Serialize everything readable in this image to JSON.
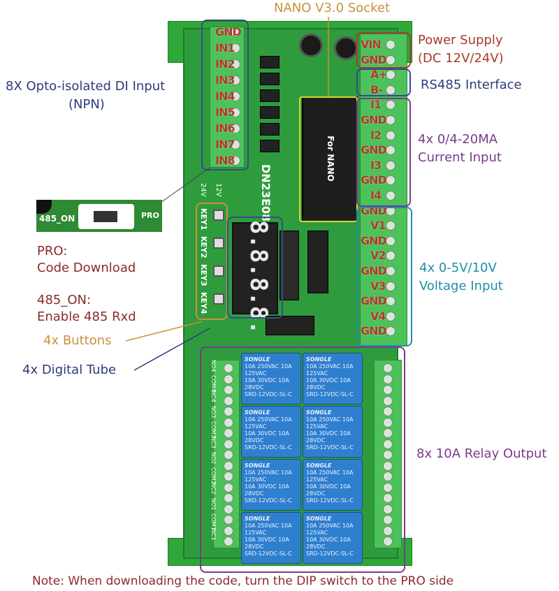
{
  "annotations": {
    "nano_socket": "NANO V3.0 Socket",
    "power_supply": [
      "Power Supply",
      "(DC 12V/24V)"
    ],
    "rs485": "RS485 Interface",
    "current_input": [
      "4x 0/4-20MA",
      "Current Input"
    ],
    "voltage_input": [
      "4x 0-5V/10V",
      "Voltage Input"
    ],
    "relay_output": "8x 10A Relay Output",
    "di_input": [
      "8X Opto-isolated DI Input",
      "(NPN)"
    ],
    "pro": [
      "PRO:",
      "Code Download"
    ],
    "rs485_on": [
      "485_ON:",
      "Enable 485 Rxd"
    ],
    "buttons": "4x Buttons",
    "digital_tube": "4x Digital Tube",
    "note": "Note: When downloading the code, turn the DIP switch to the PRO side"
  },
  "switch_inset": {
    "left_label": "485_ON",
    "right_label": "PRO"
  },
  "board": {
    "model": "DN23E08",
    "nano_label": "For NANO",
    "left_terminals": [
      "GND",
      "IN1",
      "IN2",
      "IN3",
      "IN4",
      "IN5",
      "IN6",
      "IN7",
      "IN8"
    ],
    "right_terminals": [
      "VIN",
      "GND",
      "A+",
      "B-",
      "I1",
      "GND",
      "I2",
      "GND",
      "I3",
      "GND",
      "I4",
      "GND",
      "V1",
      "GND",
      "V2",
      "GND",
      "V3",
      "GND",
      "V4",
      "GND"
    ],
    "keys": [
      "KEY1",
      "KEY2",
      "KEY3",
      "KEY4"
    ],
    "display_digits": "8.8.8.8.",
    "relay_text": [
      "SONGLE",
      "10A 250VAC 10A 125VAC",
      "10A 30VDC 10A 28VDC",
      "SRD-12VDC-SL-C"
    ],
    "relay_terminal_labels": [
      "NO4",
      "COM4",
      "NC4",
      "NO3",
      "COM3",
      "NC3",
      "NO2",
      "COM2",
      "NC2",
      "NO1",
      "COM1",
      "NC1"
    ],
    "voltage_select": [
      "24V",
      "12V"
    ]
  },
  "colors": {
    "pcb": "#2e9c3c",
    "terminal": "#4cc35a",
    "relay": "#2f7fcf",
    "label_red": "#8b2a2a",
    "label_blue": "#2e3a7a",
    "label_teal": "#1f8fa8",
    "label_gold": "#c8913a",
    "label_purple": "#7a3a8a"
  }
}
